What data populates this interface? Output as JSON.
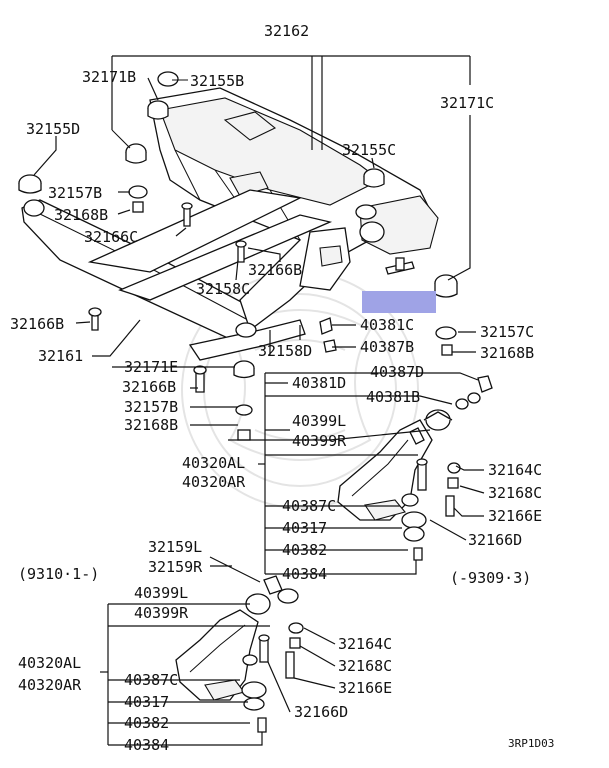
{
  "labels": {
    "p32162": "32162",
    "p32171B": "32171B",
    "p32155B": "32155B",
    "p32171C": "32171C",
    "p32155D": "32155D",
    "p32155C": "32155C",
    "p32157B_top": "32157B",
    "p32168B_top": "32168B",
    "p32166C": "32166C",
    "p32166B_mid": "32166B",
    "p32158C": "32158C",
    "p32166B_left": "32166B",
    "p40381C": "40381C",
    "p32157C": "32157C",
    "p32158D": "32158D",
    "p40387B": "40387B",
    "p32168B_right": "32168B",
    "p32161": "32161",
    "p32171E": "32171E",
    "p40387D": "40387D",
    "p32166B_low": "32166B",
    "p40381D": "40381D",
    "p40381B": "40381B",
    "p32157B_low": "32157B",
    "p32168B_low": "32168B",
    "p40399L": "40399L",
    "p40399R": "40399R",
    "p40320AL": "40320AL",
    "p40320AR": "40320AR",
    "p32164C": "32164C",
    "p32168C": "32168C",
    "p40387C": "40387C",
    "p32166E": "32166E",
    "p40317": "40317",
    "p32166D": "32166D",
    "p40382": "40382",
    "p32159L": "32159L",
    "p32159R": "32159R",
    "p40384": "40384",
    "range_new": "(-9309·3)",
    "range_old": "(9310·1-)",
    "b40399L": "40399L",
    "b40399R": "40399R",
    "b40320AL": "40320AL",
    "b40320AR": "40320AR",
    "b32164C": "32164C",
    "b32168C": "32168C",
    "b40387C": "40387C",
    "b32166E": "32166E",
    "b40317": "40317",
    "b40382": "40382",
    "b32166D": "32166D",
    "b40384": "40384",
    "code": "3RP1D03"
  },
  "highlight_color": "#9fa3e6"
}
